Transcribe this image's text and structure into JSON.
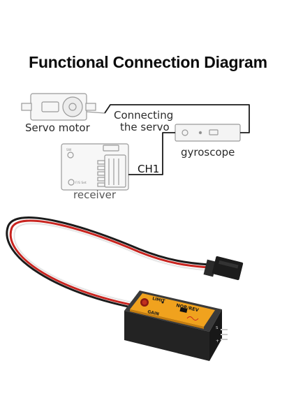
{
  "title": "Functional Connection Diagram",
  "labels": {
    "servo": "Servo motor",
    "connect_line1": "Connecting",
    "connect_line2": "the servo",
    "gyro": "gyroscope",
    "ch1": "CH1",
    "receiver": "receiver"
  },
  "receiver_marks": {
    "sw": "SW",
    "fsset": "F/S Set"
  },
  "device_marks": {
    "limit": "LIMIT",
    "gain": "GAIN",
    "norrev": "NOR/REV",
    "s": "S",
    "plus": "+"
  },
  "colors": {
    "wire": "#1a1a1a",
    "device_body": "#2a2a2a",
    "device_label": "#f0a21e",
    "cable_white": "#f4f4f4",
    "cable_red": "#c8241f",
    "cable_black": "#1b1b1b"
  }
}
